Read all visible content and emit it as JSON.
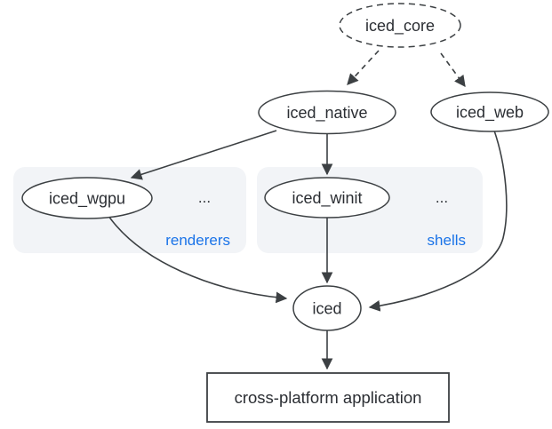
{
  "diagram": {
    "nodes": {
      "iced_core": {
        "label": "iced_core"
      },
      "iced_native": {
        "label": "iced_native"
      },
      "iced_web": {
        "label": "iced_web"
      },
      "iced_wgpu": {
        "label": "iced_wgpu"
      },
      "iced_winit": {
        "label": "iced_winit"
      },
      "iced": {
        "label": "iced"
      },
      "application": {
        "label": "cross-platform application"
      }
    },
    "groups": {
      "renderers": {
        "label": "renderers",
        "ellipsis": "..."
      },
      "shells": {
        "label": "shells",
        "ellipsis": "..."
      }
    },
    "colors": {
      "line": "#3c4043",
      "text": "#2b2e33",
      "accent_blue": "#1a73e8",
      "group_fill": "#f2f4f7",
      "background": "#ffffff"
    }
  }
}
